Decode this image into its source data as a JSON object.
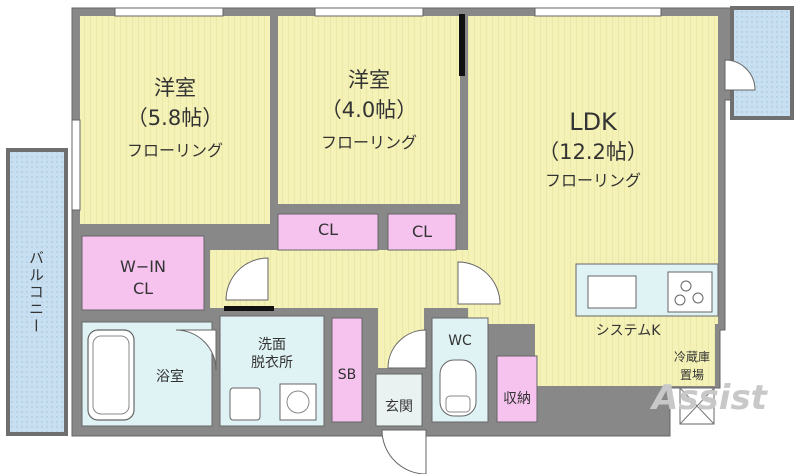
{
  "rooms": {
    "western1": {
      "name": "洋室",
      "size": "（5.8帖）",
      "floor": "フローリング"
    },
    "western2": {
      "name": "洋室",
      "size": "（4.0帖）",
      "floor": "フローリング"
    },
    "ldk": {
      "name": "LDK",
      "size": "（12.2帖）",
      "floor": "フローリング"
    }
  },
  "labels": {
    "balcony": "バルコニー",
    "closet_a": "CL",
    "closet_b": "CL",
    "walk_in_line1": "W−IN",
    "walk_in_line2": "CL",
    "bath": "浴室",
    "washroom_line1": "洗面",
    "washroom_line2": "脱衣所",
    "sb": "SB",
    "entrance": "玄関",
    "wc": "WC",
    "storage": "収納",
    "kitchen": "システムK",
    "fridge_line1": "冷蔵庫",
    "fridge_line2": "置場"
  },
  "watermark": "Assist",
  "colors": {
    "room_floor": "#f5f2b7",
    "wet_area": "#dff3f4",
    "closet": "#f6c3ef",
    "balcony": "#c7dff0",
    "wall": "#7a7a7a"
  }
}
